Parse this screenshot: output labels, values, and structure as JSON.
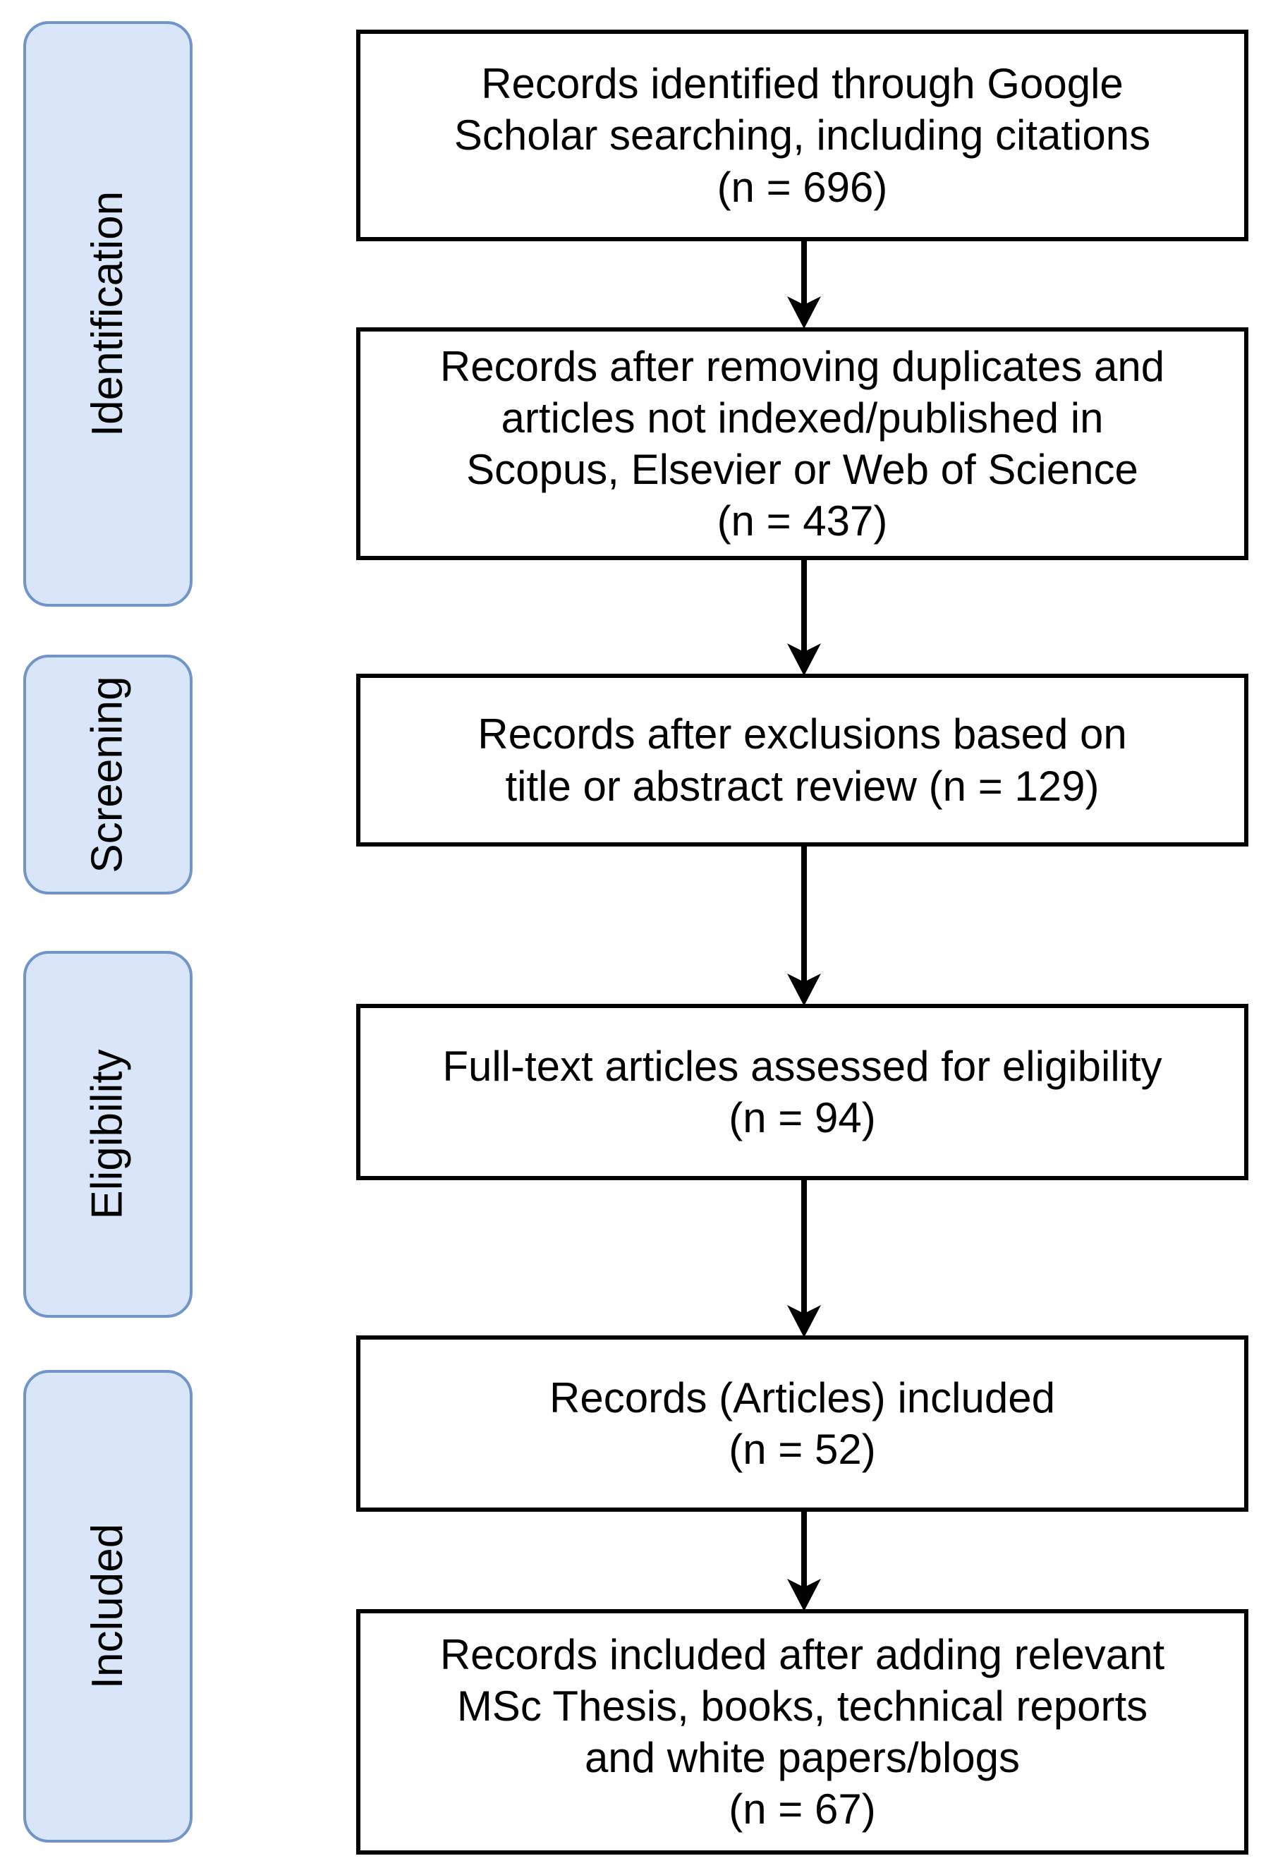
{
  "diagram": {
    "type": "prisma-flow-diagram",
    "background_color": "#ffffff",
    "stage_fill_color": "#d9e5f8",
    "stage_border_color": "#7194c9",
    "box_border_color": "#000000",
    "text_color": "#000000"
  },
  "stages": [
    {
      "label": "Identification"
    },
    {
      "label": "Screening"
    },
    {
      "label": "Eligibility"
    },
    {
      "label": "Included"
    }
  ],
  "boxes": [
    {
      "id": "records-identified",
      "text": "Records identified through Google\nScholar searching, including citations\n(n = 696)",
      "n_label": "(n = 696)",
      "n": 696
    },
    {
      "id": "records-after-removing-duplicates",
      "text": "Records after removing duplicates and\narticles not indexed/published in\nScopus, Elsevier or Web of Science\n(n = 437)",
      "n_label": "(n = 437)",
      "n": 437
    },
    {
      "id": "records-after-exclusions",
      "text": "Records after exclusions based on\ntitle or abstract review (n = 129)",
      "n_label": "(n = 129)",
      "n": 129
    },
    {
      "id": "full-text-assessed",
      "text": "Full-text articles assessed for eligibility\n(n = 94)",
      "n_label": "(n = 94)",
      "n": 94
    },
    {
      "id": "records-articles-included",
      "text": "Records (Articles) included\n(n = 52)",
      "n_label": "(n = 52)",
      "n": 52
    },
    {
      "id": "records-included-after-adding",
      "text": "Records included after adding relevant\nMSc Thesis, books, technical reports\nand white papers/blogs\n(n = 67)",
      "n_label": "(n = 67)",
      "n": 67
    }
  ],
  "arrows": [
    {
      "from": "records-identified",
      "to": "records-after-removing-duplicates"
    },
    {
      "from": "records-after-removing-duplicates",
      "to": "records-after-exclusions"
    },
    {
      "from": "records-after-exclusions",
      "to": "full-text-assessed"
    },
    {
      "from": "full-text-assessed",
      "to": "records-articles-included"
    },
    {
      "from": "records-articles-included",
      "to": "records-included-after-adding"
    }
  ]
}
